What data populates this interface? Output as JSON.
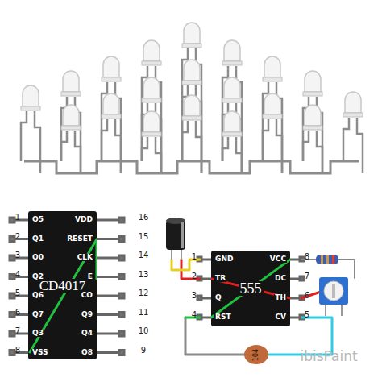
{
  "diagram": {
    "nodes": [
      {
        "text": [
          "CD4017"
        ]
      },
      {
        "text": [
          "555"
        ]
      },
      {
        "text": [
          "104"
        ]
      }
    ],
    "edges": [
      {
        "from": 2,
        "to": 1,
        "arrow": "none"
      }
    ],
    "labels": [
      "1",
      "Q5",
      "2",
      "Q1",
      "3",
      "Q0",
      "4",
      "Q2",
      "5",
      "Q6",
      "6",
      "Q7",
      "7",
      "Q3",
      "8",
      "VSS",
      "16",
      "VDD",
      "15",
      "RESET",
      "14",
      "CLK",
      "13",
      "E",
      "12",
      "CO",
      "11",
      "Q9",
      "10",
      "Q4",
      "9",
      "Q8",
      "1",
      "GND",
      "2",
      "TR",
      "3",
      "Q",
      "4",
      "RST",
      "8",
      "VCC",
      "7",
      "DC",
      "6",
      "TH",
      "5",
      "CV",
      "ibisPaint"
    ]
  }
}
